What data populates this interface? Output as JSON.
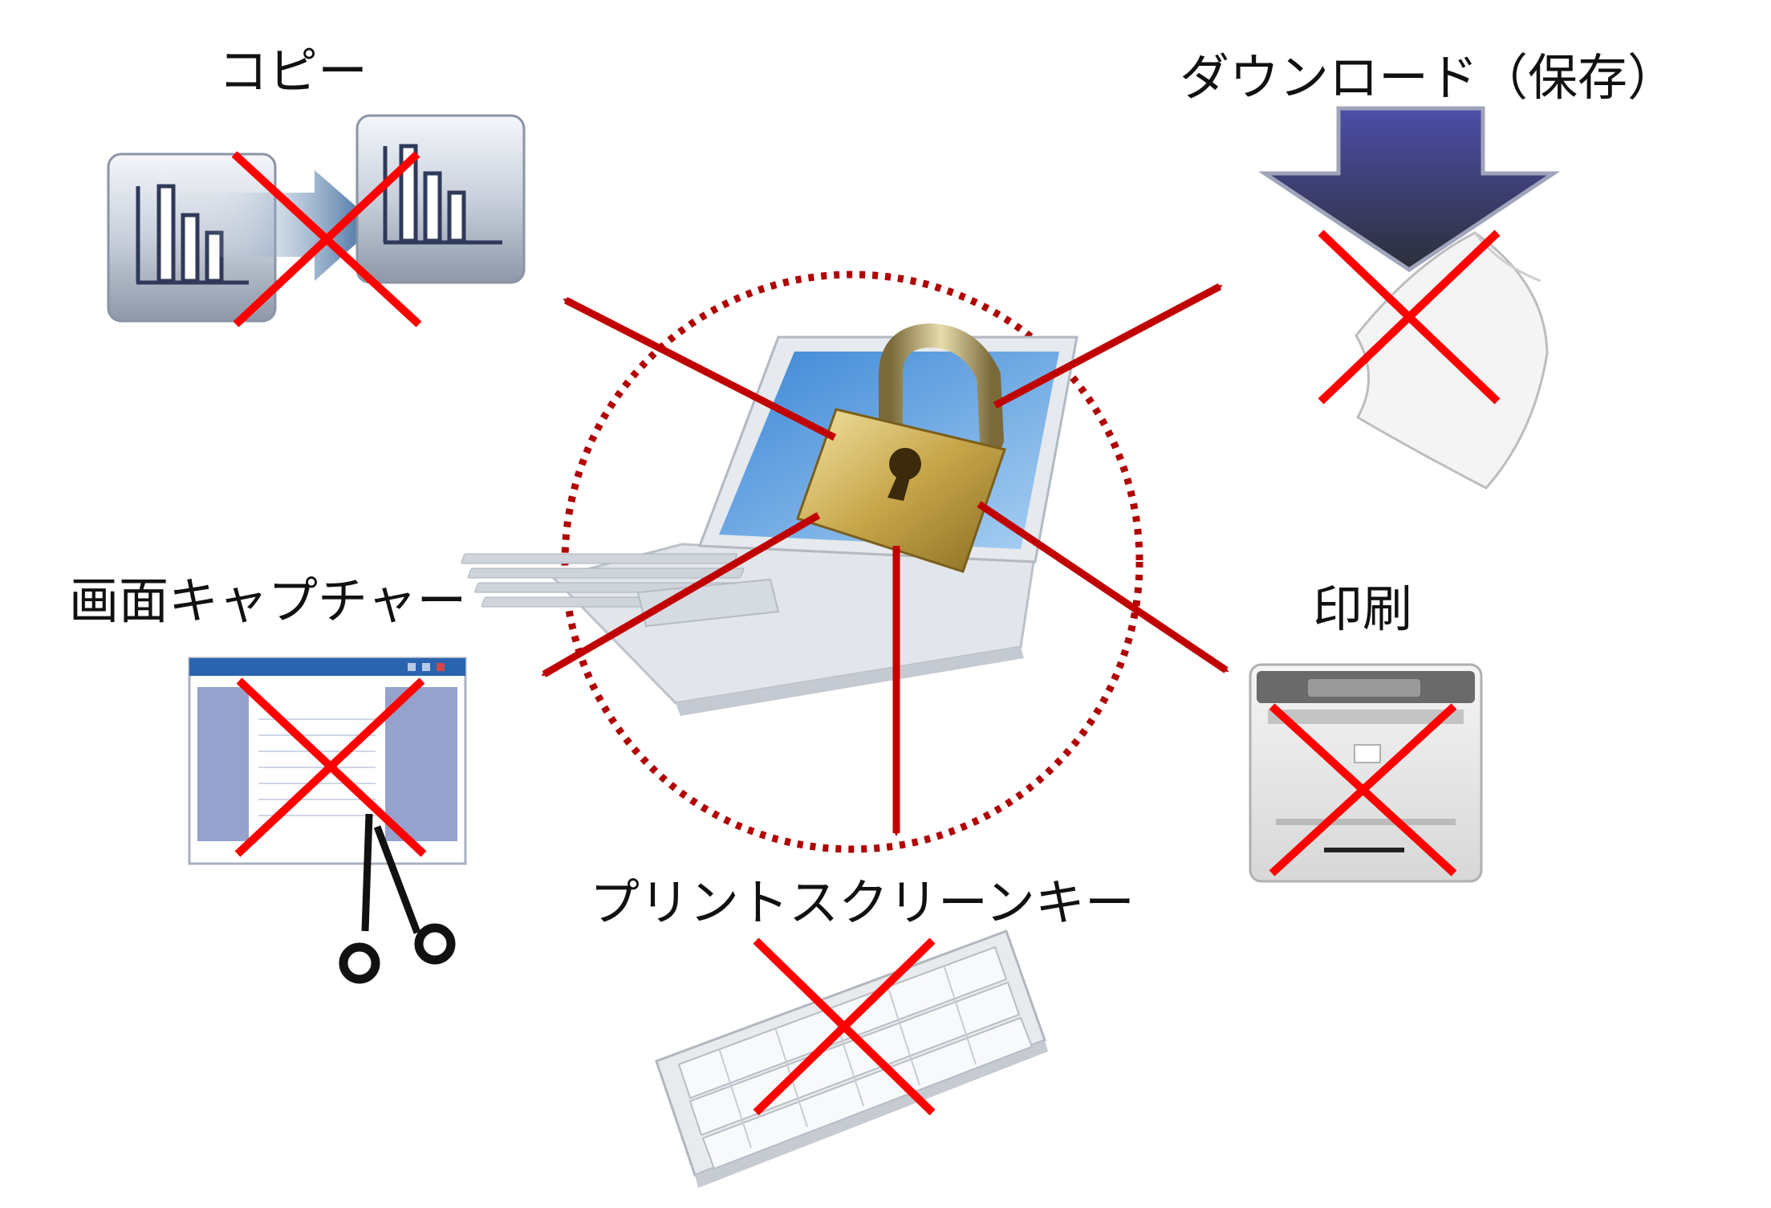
{
  "labels": {
    "copy": "コピー",
    "download": "ダウンロード（保存）",
    "screen_capture": "画面キャプチャー",
    "print": "印刷",
    "print_screen_key": "プリントスクリーンキー"
  },
  "colors": {
    "arrow": "#c00000",
    "cross": "#ff0000",
    "circle": "#b00000",
    "screen": "#4a90d9",
    "lock_gold": "#c9a94a",
    "download_arrow": "#5a55a5"
  },
  "icons": [
    "laptop-icon",
    "padlock-icon",
    "copy-chart-icon",
    "download-arrow-icon",
    "document-icon",
    "window-icon",
    "scissors-icon",
    "printer-icon",
    "keyboard-icon"
  ]
}
